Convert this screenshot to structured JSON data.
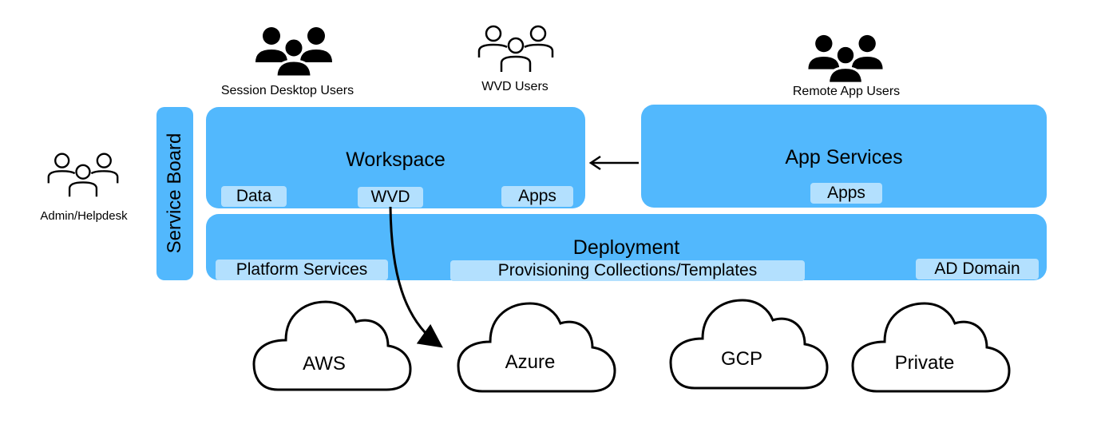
{
  "user_groups": {
    "session_desktop": {
      "label": "Session Desktop Users",
      "icon": "users-filled-icon"
    },
    "wvd": {
      "label": "WVD Users",
      "icon": "users-outline-icon"
    },
    "remote_app": {
      "label": "Remote App Users",
      "icon": "users-filled-icon"
    },
    "admin": {
      "label": "Admin/Helpdesk",
      "icon": "users-outline-icon"
    }
  },
  "service_board": {
    "label": "Service Board"
  },
  "workspace": {
    "title": "Workspace",
    "chips": [
      "Data",
      "WVD",
      "Apps"
    ]
  },
  "app_services": {
    "title": "App Services",
    "chips": [
      "Apps"
    ]
  },
  "deployment": {
    "title": "Deployment",
    "chips": [
      "Platform Services",
      "Provisioning Collections/Templates",
      "AD Domain"
    ]
  },
  "clouds": [
    "AWS",
    "Azure",
    "GCP",
    "Private"
  ],
  "colors": {
    "panel": "#52b8fd",
    "chip": "#b3e0fe",
    "stroke": "#000000"
  }
}
